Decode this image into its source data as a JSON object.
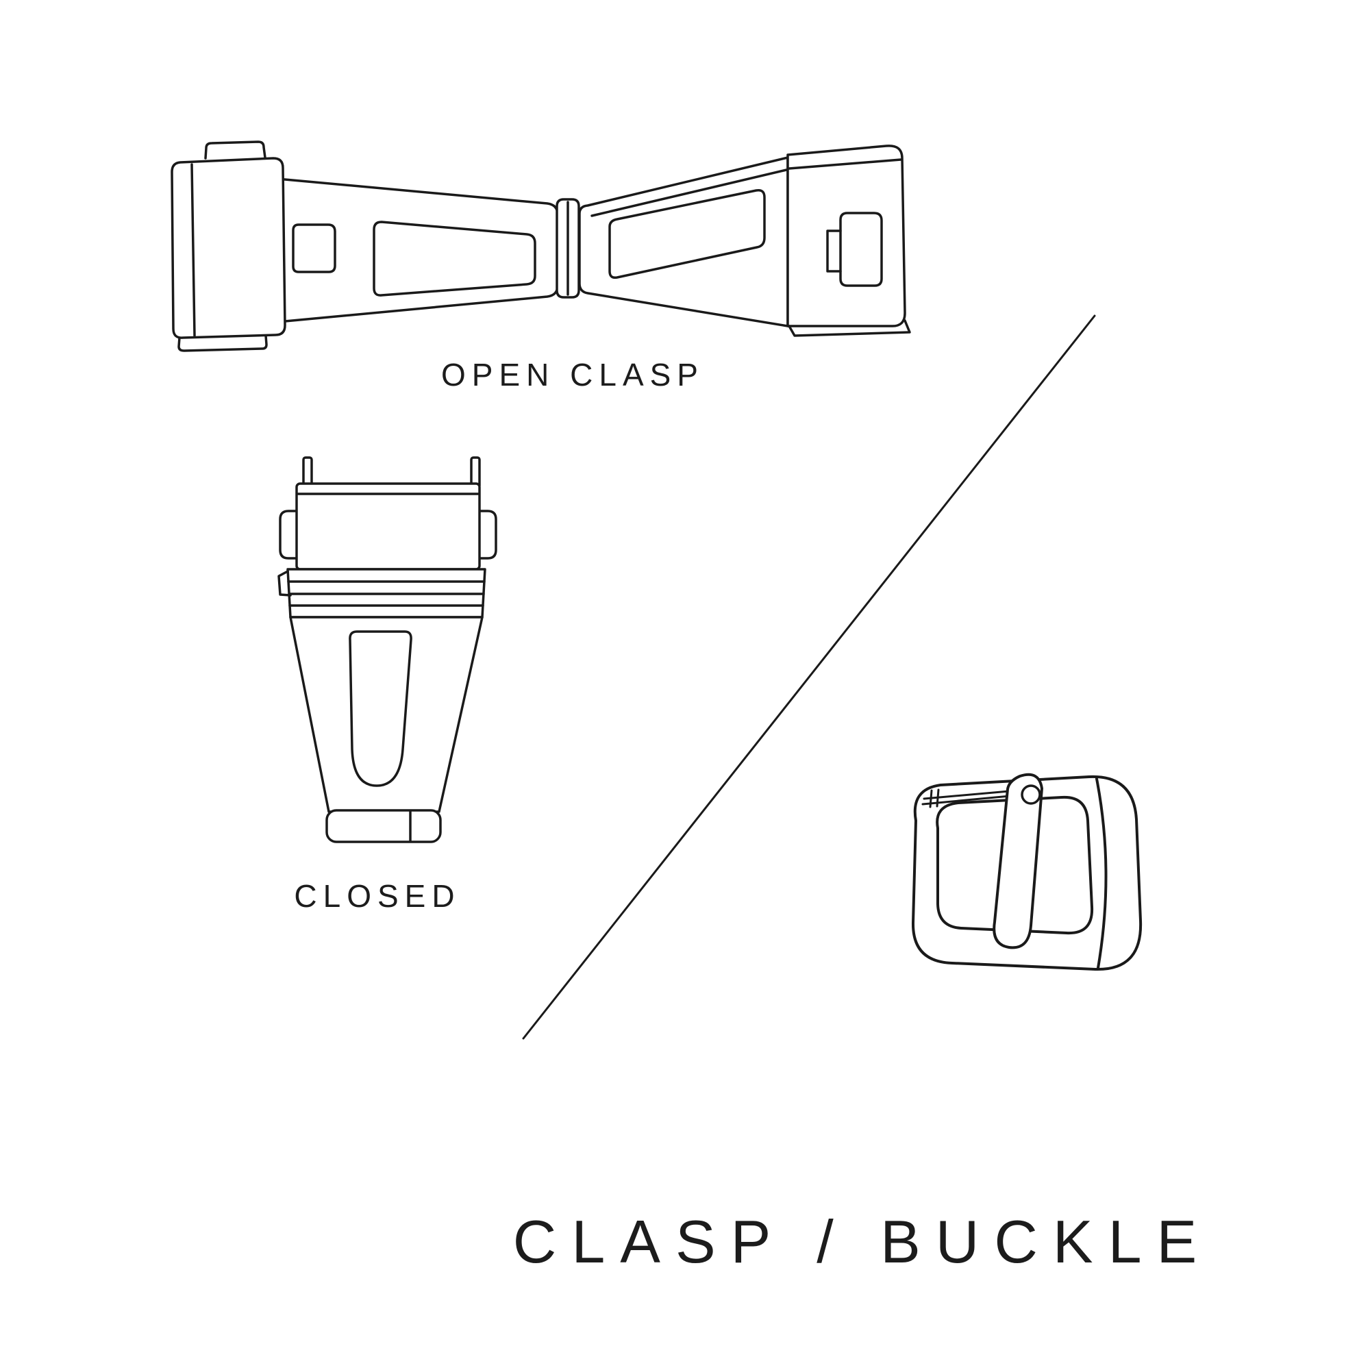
{
  "page": {
    "title": "CLASP / BUCKLE"
  },
  "figures": {
    "open_clasp": {
      "label": "OPEN CLASP"
    },
    "closed_clasp": {
      "label": "CLOSED"
    },
    "buckle": {
      "label": ""
    }
  },
  "colors": {
    "line": "#1a1a1a",
    "text": "#1c1c1c",
    "background": "#ffffff"
  }
}
